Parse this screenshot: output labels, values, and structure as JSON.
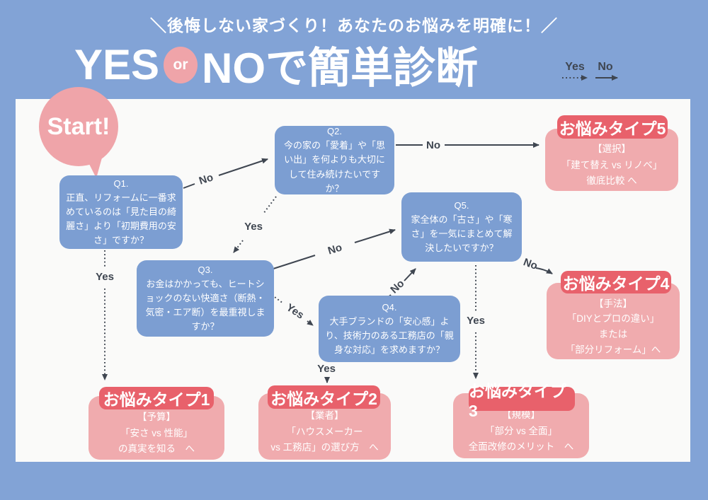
{
  "header": {
    "tagline": "＼後悔しない家づくり！あなたのお悩みを明確に！／",
    "title": {
      "yes": "YES",
      "or": "or",
      "rest": "NOで簡単診断"
    },
    "legend": {
      "yes": "Yes",
      "no": "No"
    }
  },
  "start_label": "Start!",
  "questions": {
    "q1": {
      "id": "Q1.",
      "text": "正直、リフォームに一番求めているのは「見た目の綺麗さ」より「初期費用の安さ」ですか？"
    },
    "q2": {
      "id": "Q2.",
      "text": "今の家の「愛着」や「思い出」を何よりも大切にして住み続けたいですか？"
    },
    "q3": {
      "id": "Q3.",
      "text": "お金はかかっても、ヒートショックのない快適さ（断熱・気密・エア断）を最重視しますか？"
    },
    "q4": {
      "id": "Q4.",
      "text": "大手ブランドの「安心感」より、技術力のある工務店の「親身な対応」を求めますか？"
    },
    "q5": {
      "id": "Q5.",
      "text": "家全体の「古さ」や「寒さ」を一気にまとめて解決したいですか？"
    }
  },
  "results": {
    "type1": {
      "badge": "お悩みタイプ1",
      "lines": [
        "【予算】",
        "「安さ vs 性能」",
        "の真実を知る　へ"
      ]
    },
    "type2": {
      "badge": "お悩みタイプ2",
      "lines": [
        "【業者】",
        "「ハウスメーカー",
        "vs 工務店」の選び方　へ"
      ]
    },
    "type3": {
      "badge": "お悩みタイプ3",
      "lines": [
        "【規模】",
        "「部分 vs 全面」",
        "全面改修のメリット　へ"
      ]
    },
    "type4": {
      "badge": "お悩みタイプ4",
      "lines": [
        "【手法】",
        "「DIYとプロの違い」",
        "または",
        "「部分リフォーム」へ"
      ]
    },
    "type5": {
      "badge": "お悩みタイプ5",
      "lines": [
        "【選択】",
        "「建て替え vs リノベ」",
        "徹底比較 へ"
      ]
    }
  },
  "arrow_labels": {
    "q1_no": "No",
    "q1_yes": "Yes",
    "q2_no": "No",
    "q2_yes": "Yes",
    "q3_no": "No",
    "q3_yes": "Yes",
    "q4_no": "No",
    "q4_yes": "Yes",
    "q5_no": "No",
    "q5_yes": "Yes"
  },
  "colors": {
    "bg-blue": "#82a3d6",
    "canvas": "#fafaf9",
    "q-blue": "#7c9ed2",
    "salmon": "#efa4a9",
    "salmon-light": "#f0abae",
    "badge-red": "#e8616b",
    "ink": "#3f4651",
    "white": "#ffffff"
  }
}
